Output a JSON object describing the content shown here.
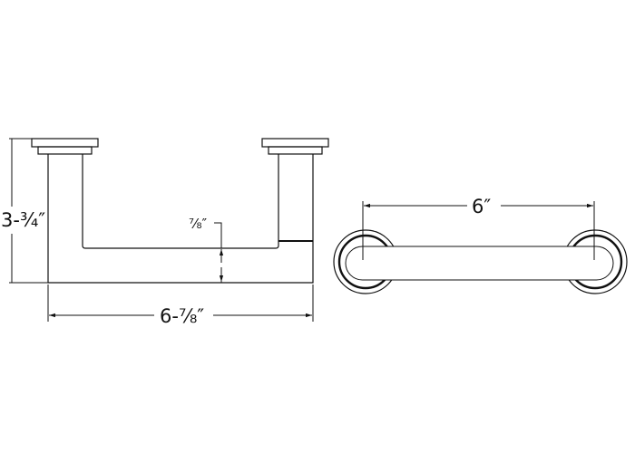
{
  "side_view": {
    "height_label": "3-¾″",
    "thickness_label": "⅞″",
    "width_label": "6-⅞″"
  },
  "top_view": {
    "center_to_center_label": "6″"
  },
  "colors": {
    "line": "#111111",
    "background": "#ffffff"
  }
}
